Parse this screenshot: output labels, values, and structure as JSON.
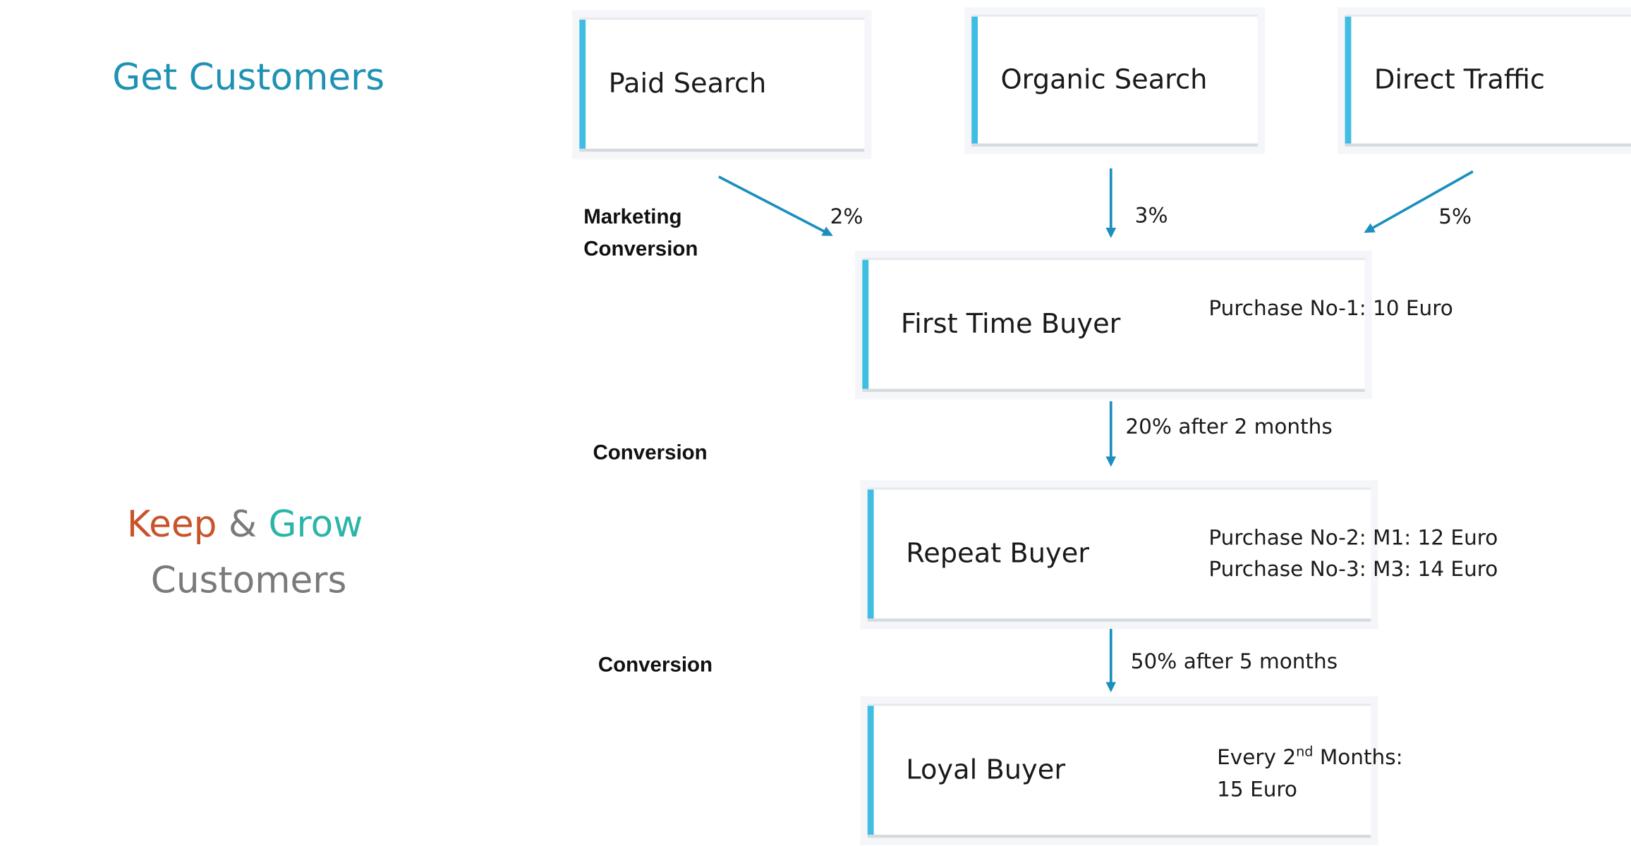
{
  "left_headings": {
    "get": "Get Customers",
    "keep": "Keep",
    "amp": "&",
    "grow": "Grow",
    "customers": "Customers"
  },
  "sources": [
    {
      "label": "Paid Search",
      "rate": "2%"
    },
    {
      "label": "Organic Search",
      "rate": "3%"
    },
    {
      "label": "Direct Traffic",
      "rate": "5%"
    }
  ],
  "stage_labels": {
    "marketing": "Marketing",
    "conversion_1": "Conversion",
    "conversion_2": "Conversion",
    "conversion_3": "Conversion"
  },
  "stages": [
    {
      "label": "First Time Buyer",
      "detail": [
        "Purchase No-1:  10 Euro"
      ]
    },
    {
      "label": "Repeat Buyer",
      "detail": [
        "Purchase No-2:  M1: 12 Euro",
        "Purchase No-3:   M3: 14 Euro"
      ]
    },
    {
      "label": "Loyal Buyer",
      "detail_prefix": "Every 2",
      "detail_sup": "nd",
      "detail_suffix": " Months:",
      "detail_line2": "15 Euro"
    }
  ],
  "transitions": [
    "20% after 2 months",
    "50% after 5 months"
  ],
  "colors": {
    "teal_heading": "#1f92b4",
    "keep": "#c8542b",
    "grow": "#2bb5a8",
    "gray": "#7a7a7a",
    "accent_bar": "#3fbde3",
    "arrow": "#1b8fbd"
  }
}
